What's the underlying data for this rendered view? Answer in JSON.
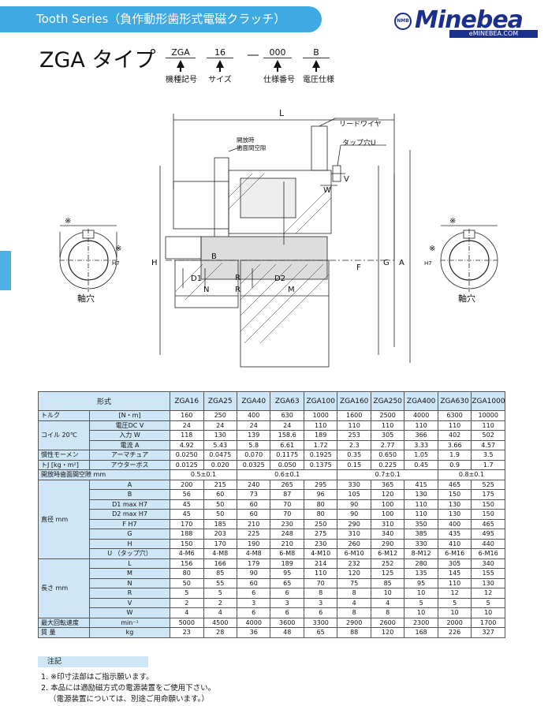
{
  "header": {
    "banner_text": "Tooth Series（負作動形歯形式電磁クラッチ）",
    "logo_mark": "NMB",
    "logo_word": "Minebea",
    "logo_url": "eMINEBEA.COM"
  },
  "model": {
    "title": "ZGA タイプ",
    "code_parts": [
      {
        "value": "ZGA",
        "label": "機種記号"
      },
      {
        "value": "16",
        "label": "サイズ"
      },
      {
        "value": "000",
        "label": "仕様番号"
      },
      {
        "value": "B",
        "label": "電圧仕様"
      }
    ],
    "code_separator": "―"
  },
  "drawing": {
    "labels": {
      "L": "L",
      "lead_wire": "リードワイヤ",
      "tap_hole": "タップ穴U",
      "gap_note_1": "開放時",
      "gap_note_2": "歯面間空隙",
      "V": "V",
      "W": "W",
      "B": "B",
      "H": "H",
      "N": "N",
      "R1": "R",
      "R2": "R",
      "M": "M",
      "D1": "D1",
      "D2": "D2",
      "F": "F",
      "G": "G",
      "A": "A",
      "H7": "H7",
      "mark": "※",
      "shaft_hole_left": "軸穴",
      "shaft_hole_right": "軸穴"
    }
  },
  "table": {
    "header_left": "形式",
    "models": [
      "ZGA16",
      "ZGA25",
      "ZGA40",
      "ZGA63",
      "ZGA100",
      "ZGA160",
      "ZGA250",
      "ZGA400",
      "ZGA630",
      "ZGA1000"
    ],
    "torque": {
      "label": "トルク",
      "unit": "[N・m]",
      "values": [
        "160",
        "250",
        "400",
        "630",
        "1000",
        "1600",
        "2500",
        "4000",
        "6300",
        "10000"
      ]
    },
    "coil": {
      "label": "コイル 20℃",
      "rows": [
        {
          "sub": "電圧DC V",
          "values": [
            "24",
            "24",
            "24",
            "24",
            "110",
            "110",
            "110",
            "110",
            "110",
            "110"
          ]
        },
        {
          "sub": "入力 W",
          "values": [
            "118",
            "130",
            "139",
            "158.6",
            "189",
            "253",
            "305",
            "366",
            "402",
            "502"
          ]
        },
        {
          "sub": "電流 A",
          "values": [
            "4.92",
            "5.43",
            "5.8",
            "6.61",
            "1.72",
            "2.3",
            "2.77",
            "3.33",
            "3.66",
            "4.57"
          ]
        }
      ]
    },
    "inertia": {
      "label1": "慣性モーメン",
      "label2": "トJ [kg・m²]",
      "rows": [
        {
          "sub": "アーマチュア",
          "values": [
            "0.0250",
            "0.0475",
            "0.070",
            "0.1175",
            "0.1925",
            "0.35",
            "0.650",
            "1.05",
            "1.9",
            "3.5"
          ]
        },
        {
          "sub": "アウターボス",
          "values": [
            "0.0125",
            "0.020",
            "0.0325",
            "0.050",
            "0.1375",
            "0.15",
            "0.225",
            "0.45",
            "0.9",
            "1.7"
          ]
        }
      ]
    },
    "gap": {
      "label": "開放時歯面間空隙 mm",
      "values": [
        "0.5±0.1",
        "0.6±0.1",
        "0.7±0.1",
        "0.8±0.1"
      ]
    },
    "diameter": {
      "label": "直径 mm",
      "rows": [
        {
          "sub": "A",
          "values": [
            "200",
            "215",
            "240",
            "265",
            "295",
            "330",
            "365",
            "415",
            "465",
            "525"
          ]
        },
        {
          "sub": "B",
          "values": [
            "56",
            "60",
            "73",
            "87",
            "96",
            "105",
            "120",
            "130",
            "150",
            "175"
          ]
        },
        {
          "sub": "D1 max H7",
          "values": [
            "45",
            "50",
            "60",
            "70",
            "80",
            "90",
            "100",
            "110",
            "130",
            "150"
          ]
        },
        {
          "sub": "D2 max H7",
          "values": [
            "45",
            "50",
            "60",
            "70",
            "80",
            "90",
            "100",
            "110",
            "130",
            "150"
          ]
        },
        {
          "sub": "F H7",
          "values": [
            "170",
            "185",
            "210",
            "230",
            "250",
            "290",
            "310",
            "350",
            "400",
            "465"
          ]
        },
        {
          "sub": "G",
          "values": [
            "188",
            "203",
            "225",
            "248",
            "275",
            "310",
            "340",
            "385",
            "435",
            "495"
          ]
        },
        {
          "sub": "H",
          "values": [
            "150",
            "170",
            "190",
            "210",
            "230",
            "260",
            "290",
            "330",
            "410",
            "440"
          ]
        },
        {
          "sub": "U （タップ穴）",
          "values": [
            "4-M6",
            "4-M8",
            "4-M8",
            "6-M8",
            "4-M10",
            "6-M10",
            "6-M12",
            "8-M12",
            "6-M16",
            "6-M16"
          ]
        }
      ]
    },
    "length": {
      "label": "長さ mm",
      "rows": [
        {
          "sub": "L",
          "values": [
            "156",
            "166",
            "179",
            "189",
            "214",
            "232",
            "252",
            "280",
            "305",
            "340"
          ]
        },
        {
          "sub": "M",
          "values": [
            "80",
            "85",
            "90",
            "95",
            "110",
            "120",
            "125",
            "135",
            "145",
            "155"
          ]
        },
        {
          "sub": "N",
          "values": [
            "50",
            "55",
            "60",
            "65",
            "70",
            "75",
            "85",
            "95",
            "110",
            "130"
          ]
        },
        {
          "sub": "R",
          "values": [
            "5",
            "5",
            "6",
            "6",
            "8",
            "8",
            "10",
            "10",
            "12",
            "12"
          ]
        },
        {
          "sub": "V",
          "values": [
            "2",
            "2",
            "3",
            "3",
            "3",
            "4",
            "4",
            "5",
            "5",
            "5"
          ]
        },
        {
          "sub": "W",
          "values": [
            "4",
            "4",
            "6",
            "6",
            "6",
            "8",
            "8",
            "10",
            "10",
            "10"
          ]
        }
      ]
    },
    "max_speed": {
      "label": "最大回転速度",
      "unit": "min⁻¹",
      "values": [
        "5000",
        "4500",
        "4000",
        "3600",
        "3300",
        "2900",
        "2600",
        "2300",
        "2000",
        "1700"
      ]
    },
    "mass": {
      "label": "質 量",
      "unit": "kg",
      "values": [
        "23",
        "28",
        "36",
        "48",
        "65",
        "88",
        "120",
        "168",
        "226",
        "327"
      ]
    }
  },
  "notes": {
    "title": "注記",
    "lines": [
      "1. ※印寸法部はご指示願います。",
      "2. 本品には適励磁方式の電源装置をご使用下さい。",
      "（電源装置については、別途ご用命願います。）"
    ]
  }
}
